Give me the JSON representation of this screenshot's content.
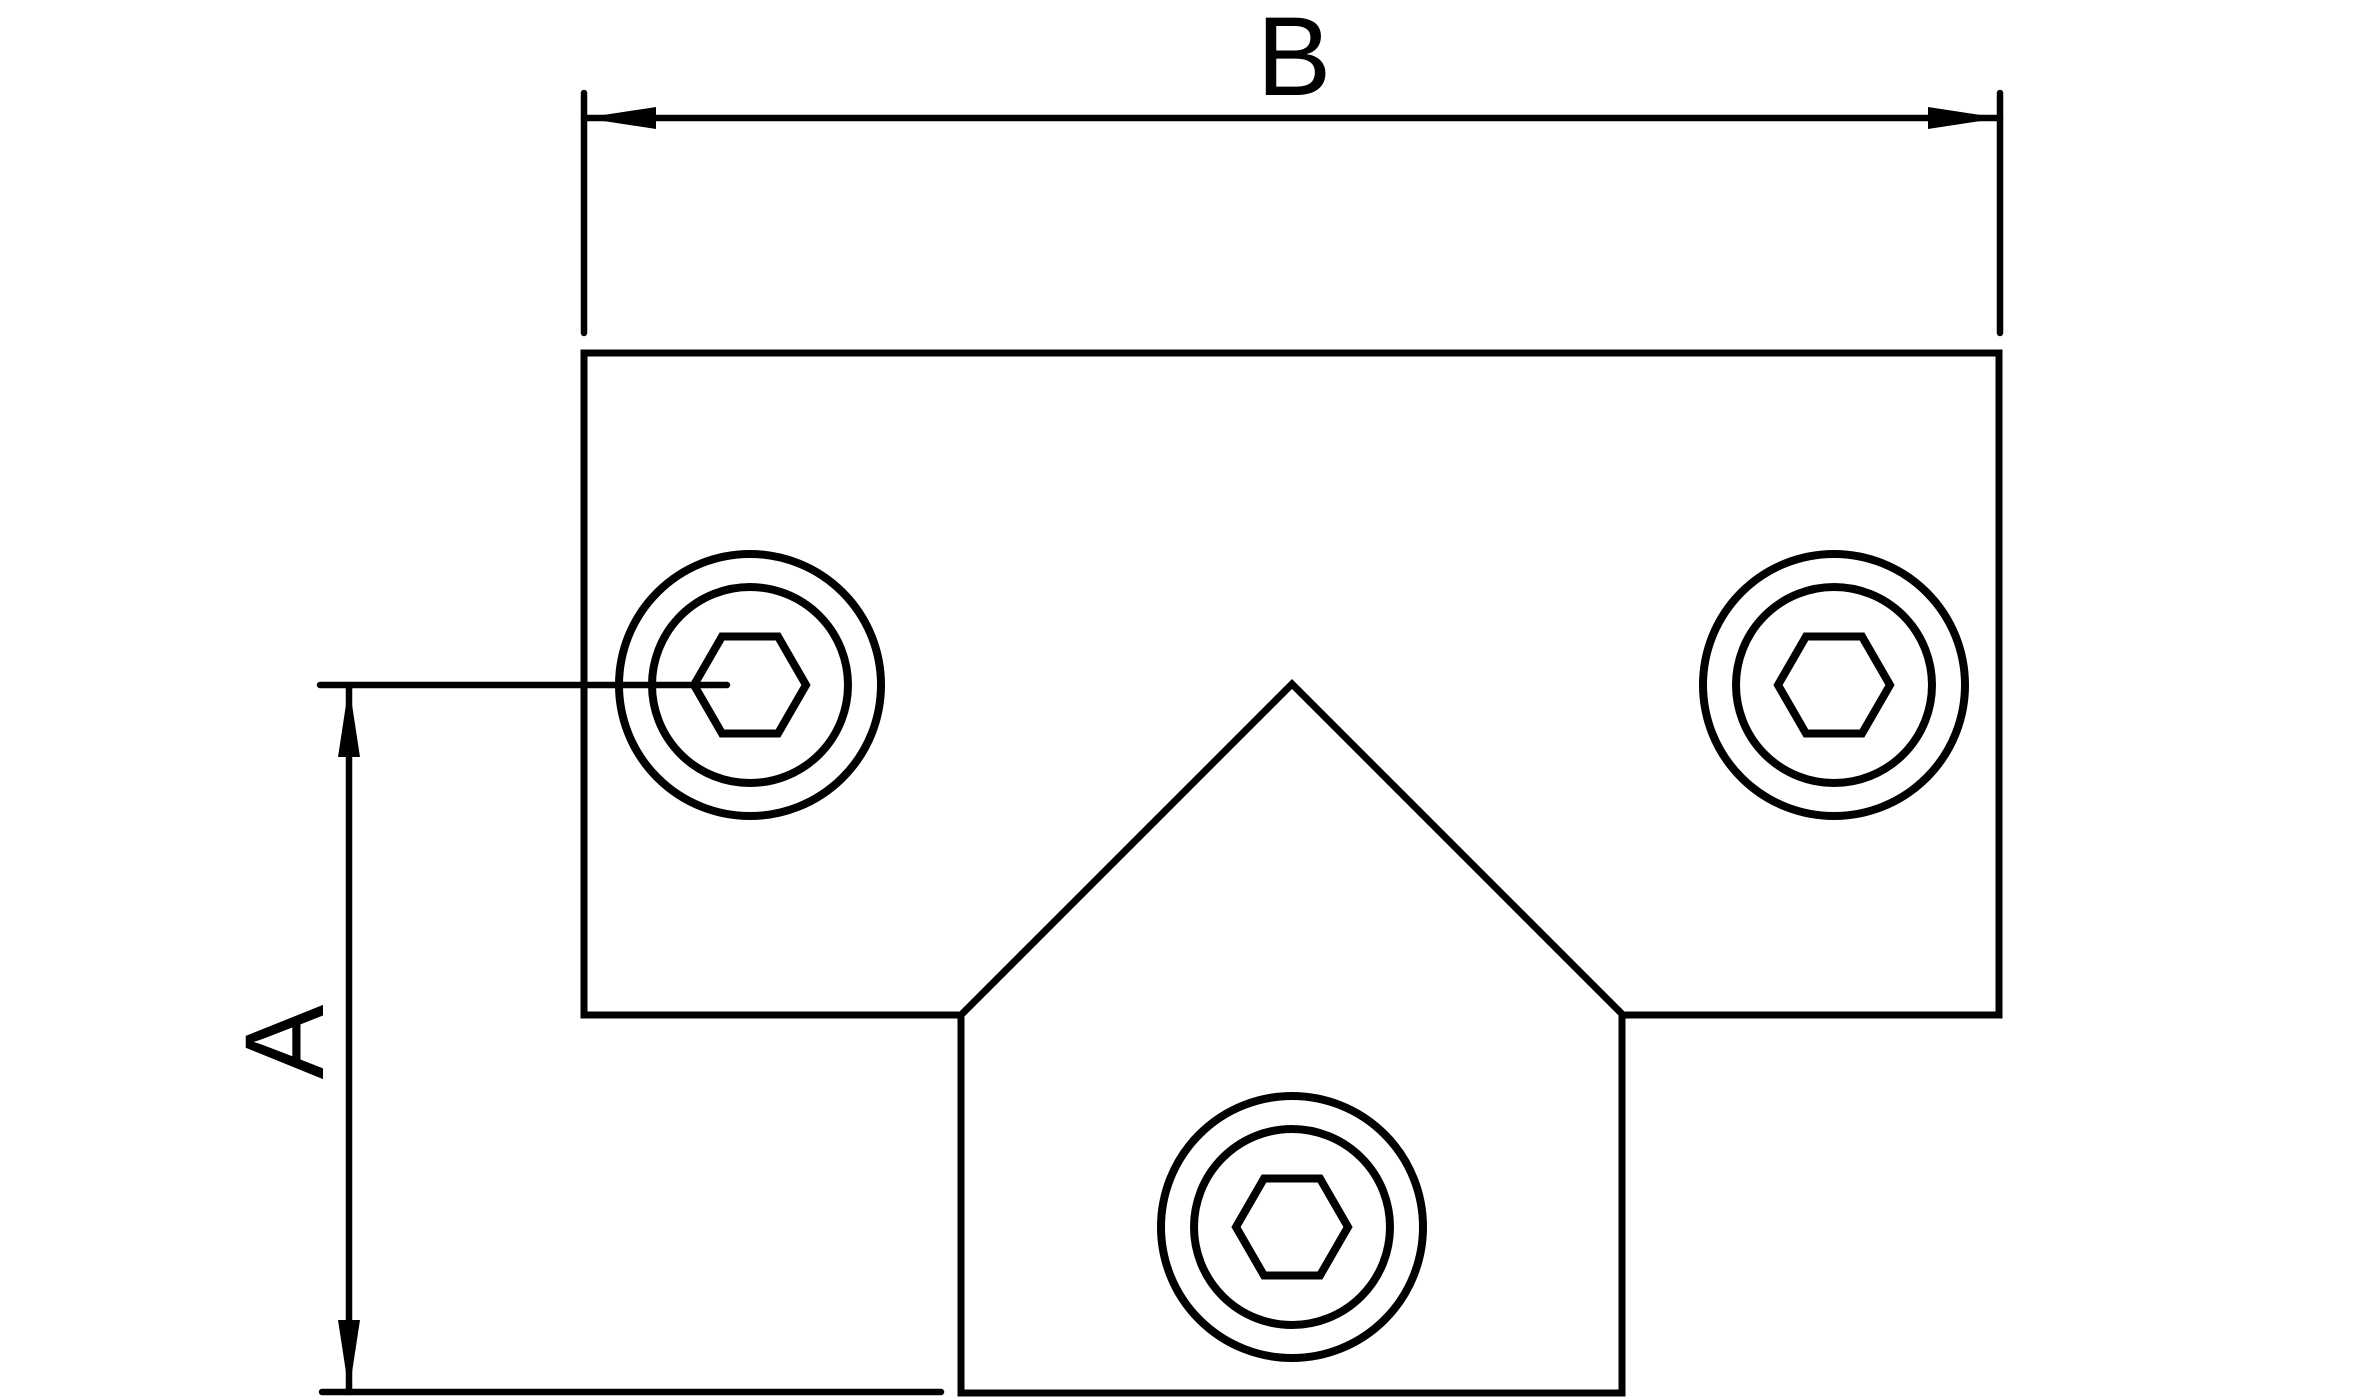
{
  "colors": {
    "background": "#ffffff",
    "line": "#000000"
  },
  "drawing": {
    "kind": "technical-line-drawing",
    "part": "tee-tube-connector-front-view",
    "screw_style": "hex-socket-set-screw",
    "screw_count": 3
  },
  "dimensions": {
    "width": {
      "label": "B",
      "orientation": "horizontal"
    },
    "height": {
      "label": "A",
      "orientation": "vertical"
    }
  }
}
